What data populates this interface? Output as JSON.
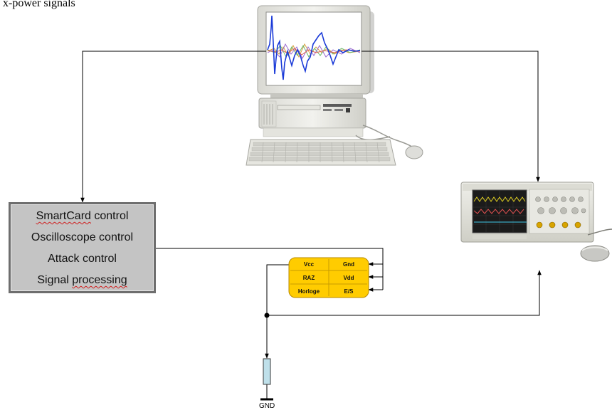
{
  "caption": "x-power signals",
  "control_box": {
    "items": [
      {
        "prefix": "",
        "emph": "SmartCard",
        "suffix": " control"
      },
      {
        "prefix": "Oscilloscope control",
        "emph": "",
        "suffix": ""
      },
      {
        "prefix": "Attack control",
        "emph": "",
        "suffix": ""
      },
      {
        "prefix": "Signal ",
        "emph": "processing",
        "suffix": ""
      }
    ]
  },
  "smartcard_chip": {
    "pins": [
      "Vcc",
      "Gnd",
      "RAZ",
      "Vdd",
      "Horloge",
      "E/S"
    ],
    "fill_color": "#ffcc00"
  },
  "gnd_label": "GND",
  "colors": {
    "wire": "#000000",
    "control_box_fill": "#c4c4c4",
    "resistor_fill": "#bfe0ea",
    "scope_trace": "#1a3ad8"
  }
}
